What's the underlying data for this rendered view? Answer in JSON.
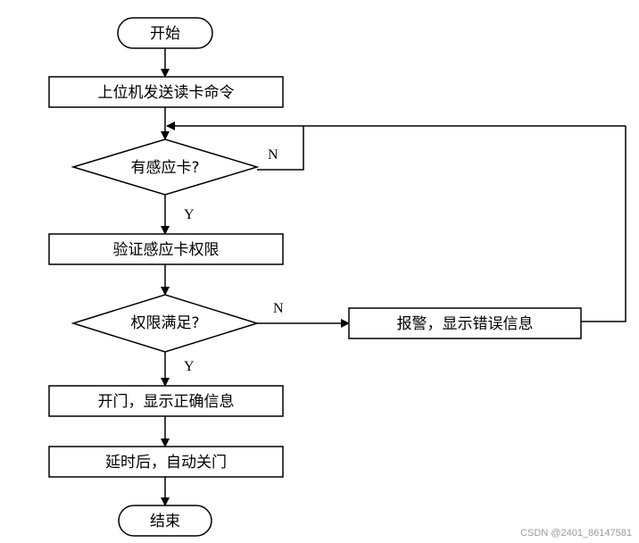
{
  "nodes": {
    "start": "开始",
    "send_command": "上位机发送读卡命令",
    "has_card": "有感应卡?",
    "verify": "验证感应卡权限",
    "permission_ok": "权限满足?",
    "alarm": "报警，显示错误信息",
    "open_door": "开门，显示正确信息",
    "delay_close": "延时后，自动关门",
    "end": "结束"
  },
  "edge_labels": {
    "has_card_no": "N",
    "has_card_yes": "Y",
    "permission_no": "N",
    "permission_yes": "Y"
  },
  "watermark": "CSDN @2401_86147581",
  "colors": {
    "stroke": "#000000",
    "background": "#ffffff",
    "watermark": "#9a9a9a"
  }
}
